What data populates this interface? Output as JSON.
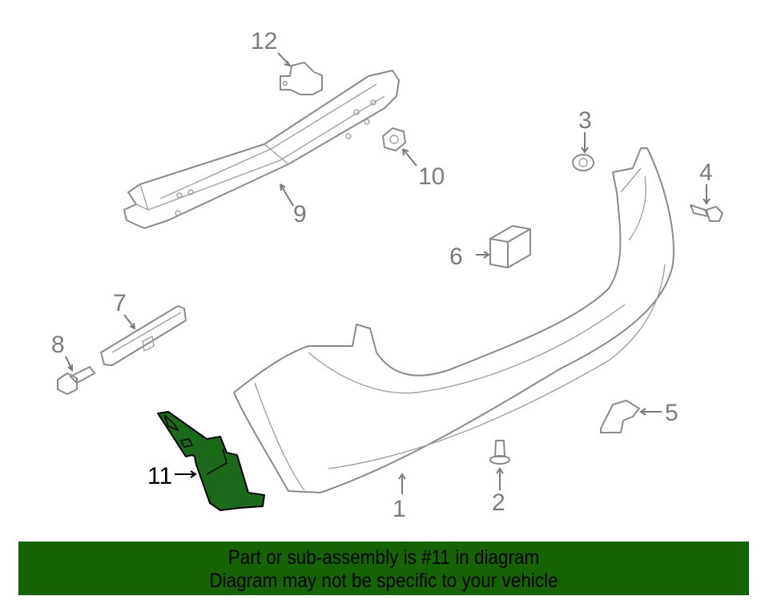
{
  "diagram": {
    "highlight_color": "#1a6a1a",
    "callouts": [
      {
        "id": "1",
        "label": "1"
      },
      {
        "id": "2",
        "label": "2"
      },
      {
        "id": "3",
        "label": "3"
      },
      {
        "id": "4",
        "label": "4"
      },
      {
        "id": "5",
        "label": "5"
      },
      {
        "id": "6",
        "label": "6"
      },
      {
        "id": "7",
        "label": "7"
      },
      {
        "id": "8",
        "label": "8"
      },
      {
        "id": "9",
        "label": "9"
      },
      {
        "id": "10",
        "label": "10"
      },
      {
        "id": "11",
        "label": "11",
        "highlighted": true
      },
      {
        "id": "12",
        "label": "12"
      }
    ]
  },
  "banner": {
    "color": "#146404",
    "line1": "Part or sub-assembly is #11 in diagram",
    "line2": "Diagram may not be specific to your vehicle"
  }
}
